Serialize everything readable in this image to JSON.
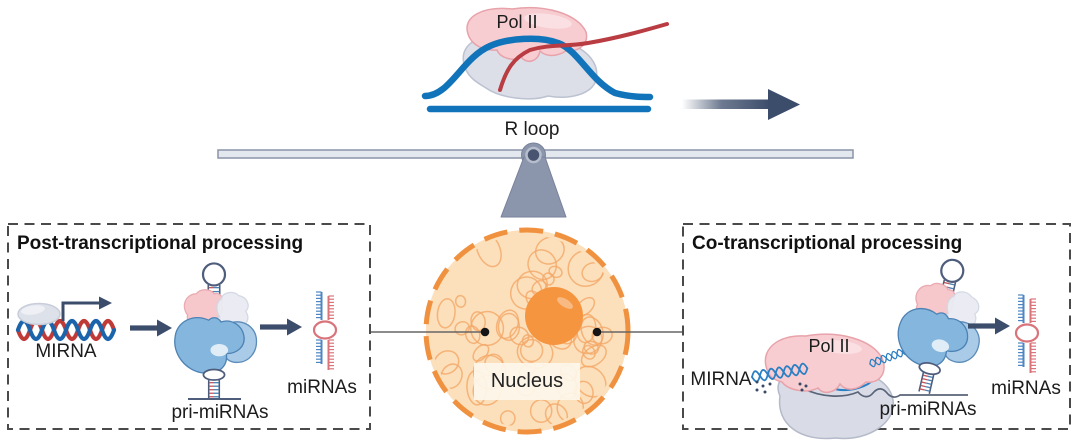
{
  "figure": {
    "top": {
      "polymerase_label": "Pol II",
      "rloop_label": "R loop"
    },
    "nucleus": {
      "label": "Nucleus"
    },
    "left_panel": {
      "title": "Post-transcriptional processing",
      "gene_label": "MIRNA",
      "primirna_label": "pri-miRNAs",
      "mirna_label": "miRNAs"
    },
    "right_panel": {
      "title": "Co-transcriptional processing",
      "gene_label": "MIRNA",
      "polymerase_label": "Pol II",
      "primirna_label": "pri-miRNAs",
      "mirna_label": "miRNAs"
    },
    "colors": {
      "dna_blue": "#1173b9",
      "rna_red": "#b93c42",
      "arrow_navy": "#3c4d6b",
      "polymerase_pink": "#f7cdd1",
      "polymerase_gray": "#dcdfe8",
      "microprocessor_blue": "#85b7de",
      "duplex_blue": "#4d86c2",
      "duplex_red": "#d9747a",
      "nucleus_fill": "#fcdfbb",
      "nucleus_border": "#f0913f",
      "nucleolus": "#f5953f",
      "beam_fill": "#e3e7ee",
      "fulcrum_gray": "#8b95ac",
      "panel_border": "#4a4a4a"
    }
  }
}
